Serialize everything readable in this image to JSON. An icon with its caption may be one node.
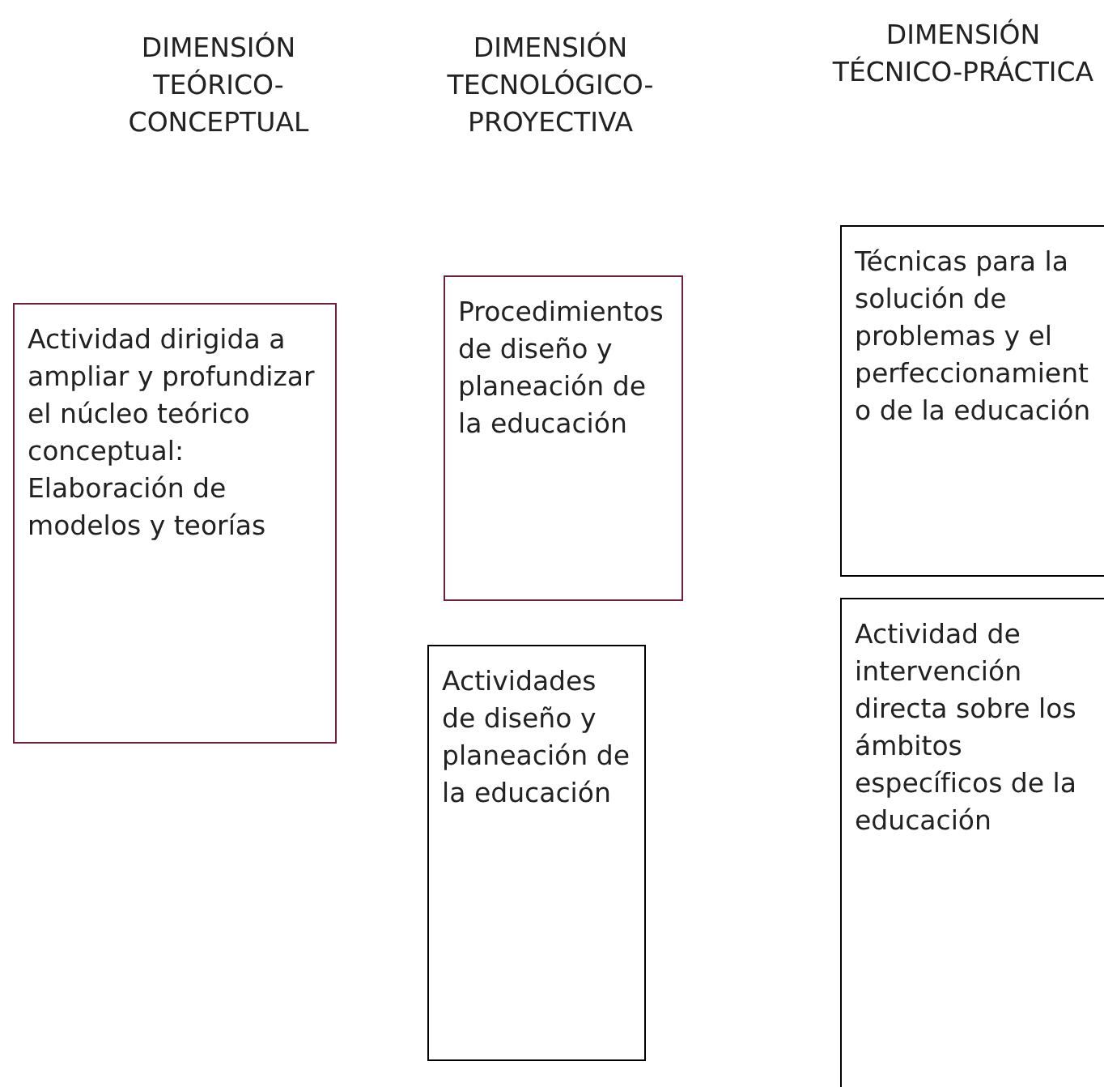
{
  "diagram": {
    "nodes": [
      {
        "text": [
          "Actividad dirigida a ampliar y profundizar el núcleo teórico conceptual: Elaboración de modelos y teorías"
        ]
      },
      {
        "text": [
          "Procedimientos de diseño y planeación de la educación"
        ]
      },
      {
        "text": [
          "Actividades de diseño y planeación de la educación"
        ]
      },
      {
        "text": [
          "Técnicas para la solución de problemas y el perfeccionamiento de la educación"
        ]
      },
      {
        "text": [
          "Actividad de intervención directa sobre los ámbitos específicos de la educación"
        ]
      }
    ],
    "labels": [
      "DIMENSIÓN TEÓRICO-CONCEPTUAL",
      "DIMENSIÓN TECNOLÓGICO-PROYECTIVA",
      "DIMENSIÓN TÉCNICO-PRÁCTICA"
    ]
  }
}
